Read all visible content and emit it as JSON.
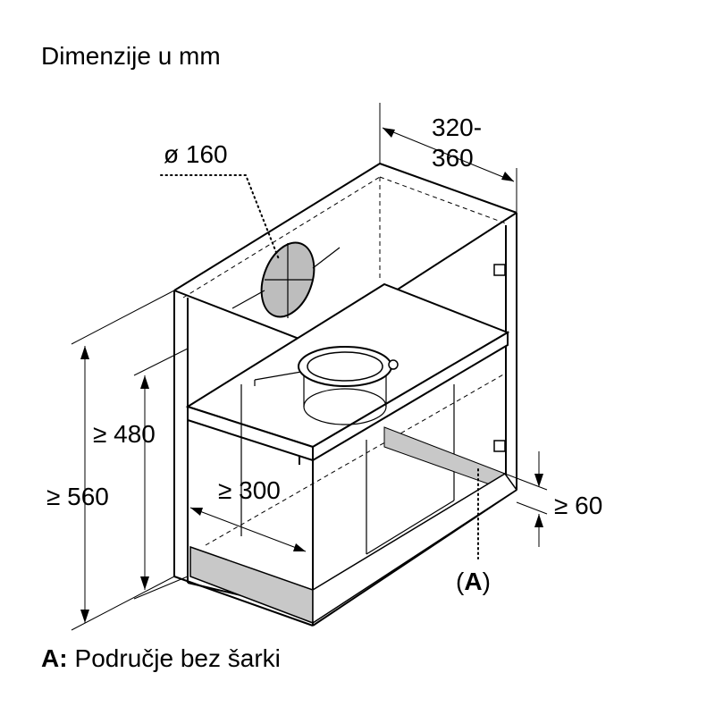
{
  "title": "Dimenzije u mm",
  "dimensions": {
    "duct_diameter": "ø 160",
    "depth_line1": "320-",
    "depth_line2": "360",
    "overall_height": "≥ 560",
    "shelf_height": "≥ 480",
    "inner_width": "≥ 300",
    "bottom_gap": "≥ 60"
  },
  "callout": {
    "marker_open": "(",
    "marker_letter": "A",
    "marker_close": ")"
  },
  "legend": {
    "key": "A:",
    "text": "Područje bez šarki"
  },
  "colors": {
    "line": "#000000",
    "shaded_area": "#c8c8c8",
    "duct_cap": "#bdbdbd",
    "background": "#ffffff"
  }
}
